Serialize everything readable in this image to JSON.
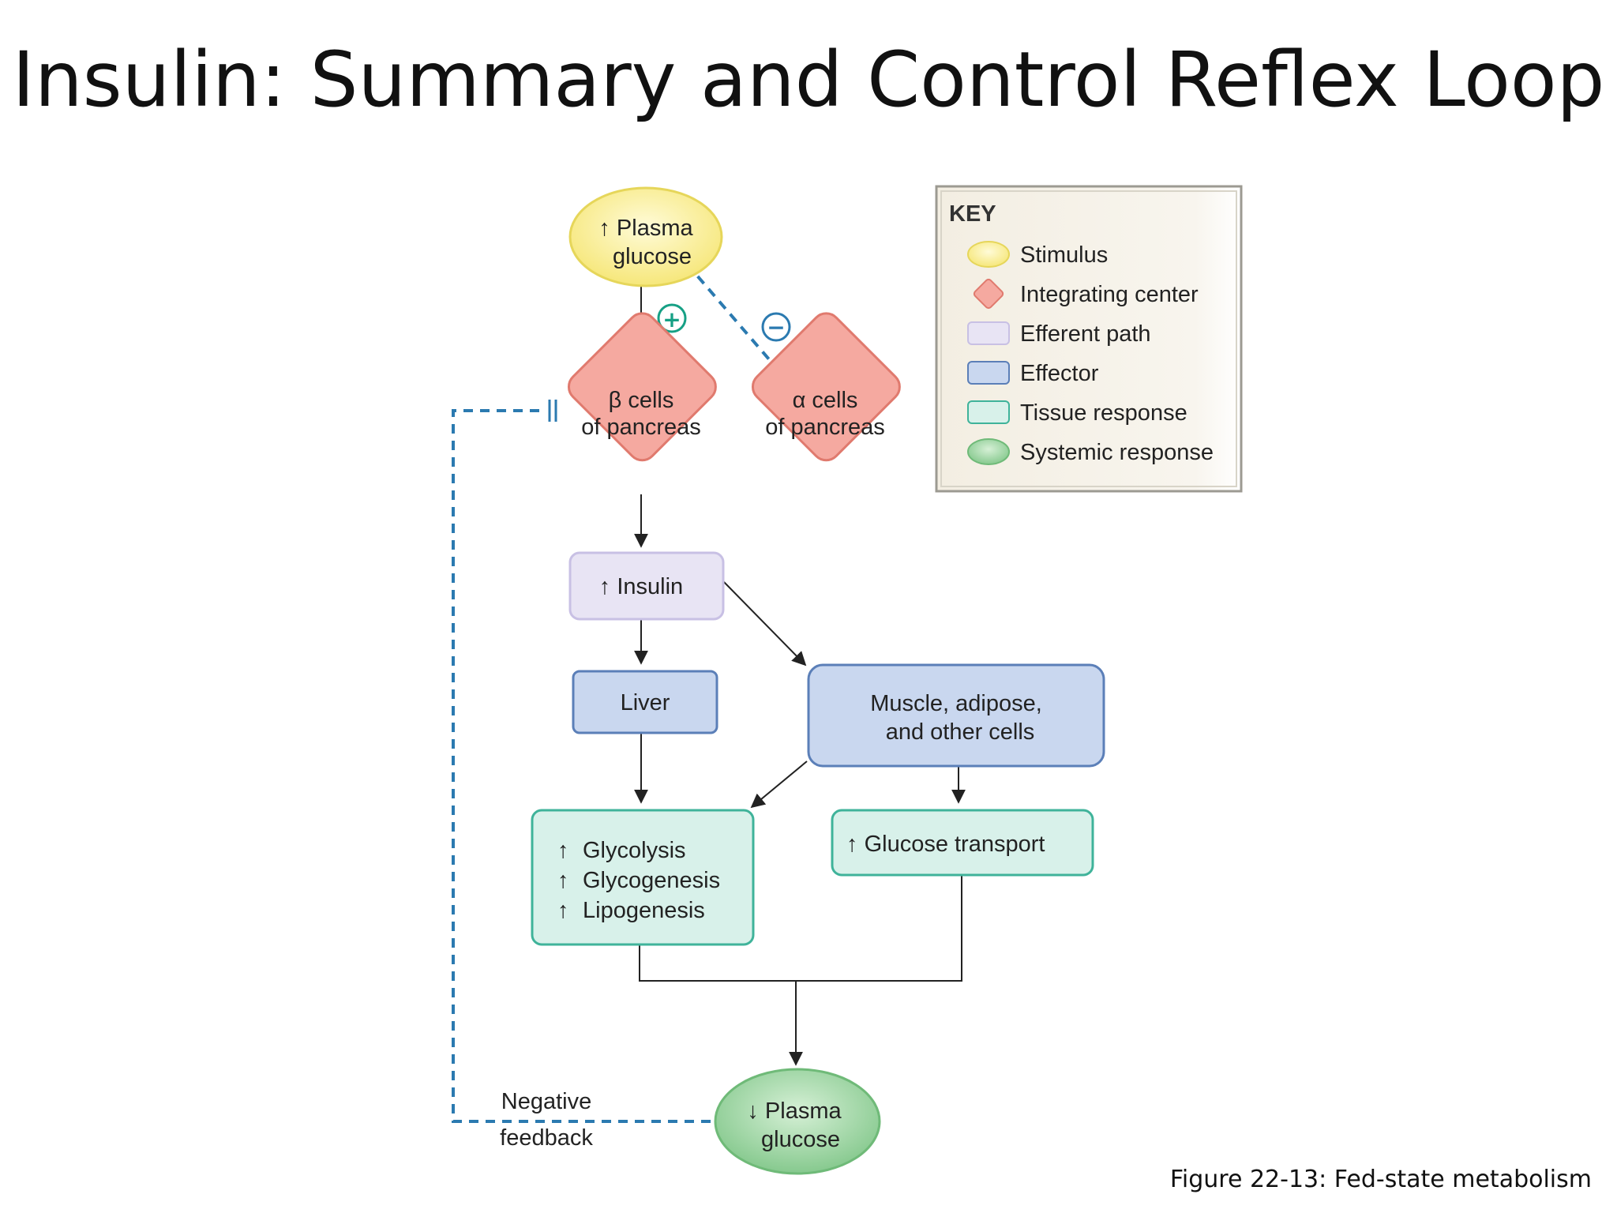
{
  "title": "Insulin: Summary and Control Reflex Loop",
  "caption": "Figure 22-13: Fed-state metabolism",
  "nodes": {
    "stimulus": {
      "arrow": "↑",
      "line1": "Plasma",
      "line2": "glucose"
    },
    "beta": {
      "line1": "β cells",
      "line2": "of pancreas"
    },
    "alpha": {
      "line1": "α cells",
      "line2": "of pancreas"
    },
    "insulin": {
      "arrow": "↑",
      "label": "Insulin"
    },
    "liver": {
      "label": "Liver"
    },
    "muscle": {
      "line1": "Muscle, adipose,",
      "line2": "and other cells"
    },
    "liver_response": [
      "Glycolysis",
      "Glycogenesis",
      "Lipogenesis"
    ],
    "liver_response_arrow": "↑",
    "glucose_transport": {
      "arrow": "↑",
      "label": "Glucose transport"
    },
    "systemic": {
      "arrow": "↓",
      "line1": "Plasma",
      "line2": "glucose"
    }
  },
  "signs": {
    "plus": "+",
    "minus": "−"
  },
  "feedback": {
    "line1": "Negative",
    "line2": "feedback"
  },
  "key": {
    "title": "KEY",
    "items": [
      "Stimulus",
      "Integrating center",
      "Efferent path",
      "Effector",
      "Tissue response",
      "Systemic response"
    ]
  },
  "colors": {
    "stimulus": "#f9ef9a",
    "integrating": "#f5a9a0",
    "efferent": "#e8e4f4",
    "effector": "#c9d7ef",
    "tissue": "#d8f1ea",
    "systemic": "#9fd6a4",
    "dashed": "#2b7ab0",
    "sign": "#16a085"
  }
}
